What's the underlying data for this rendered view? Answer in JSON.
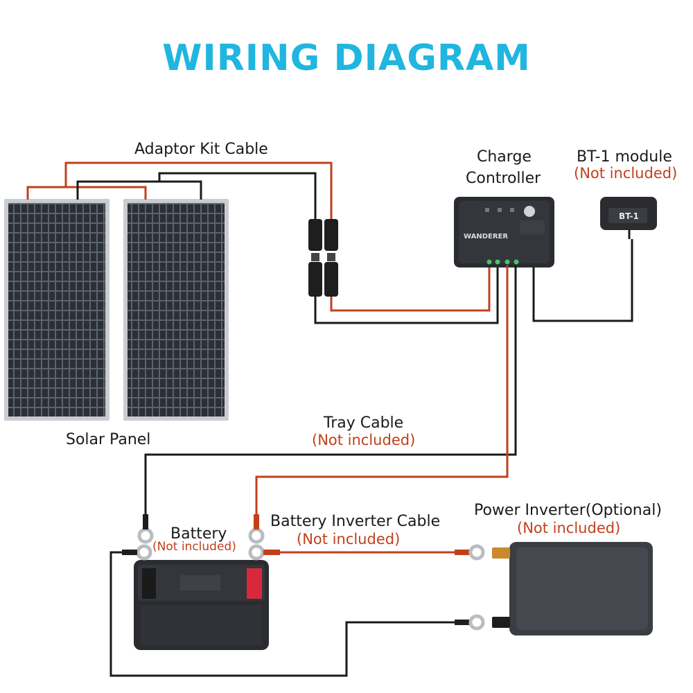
{
  "title": "WIRING DIAGRAM",
  "labels": {
    "adaptor_kit_cable": "Adaptor Kit Cable",
    "charge_controller_line1": "Charge",
    "charge_controller_line2": "Controller",
    "bt1_module": "BT-1 module",
    "bt1_note": "(Not included)",
    "solar_panel": "Solar Panel",
    "tray_cable": "Tray Cable",
    "tray_cable_note": "(Not included)",
    "battery": "Battery",
    "battery_note": "(Not included)",
    "battery_inverter_cable": "Battery Inverter Cable",
    "battery_inverter_cable_note": "(Not included)",
    "power_inverter": "Power Inverter(Optional)",
    "power_inverter_note": "(Not included)"
  },
  "device_text": {
    "controller_brand": "WANDERER",
    "bt1_badge": "BT-1"
  },
  "colors": {
    "title": "#1fb6df",
    "positive_wire": "#c0401c",
    "negative_wire": "#1a1a1a",
    "note_text": "#c0401c",
    "panel_cells": "#2b2f36",
    "panel_frame": "#c9ccd1",
    "device_body": "#2a2c30"
  }
}
